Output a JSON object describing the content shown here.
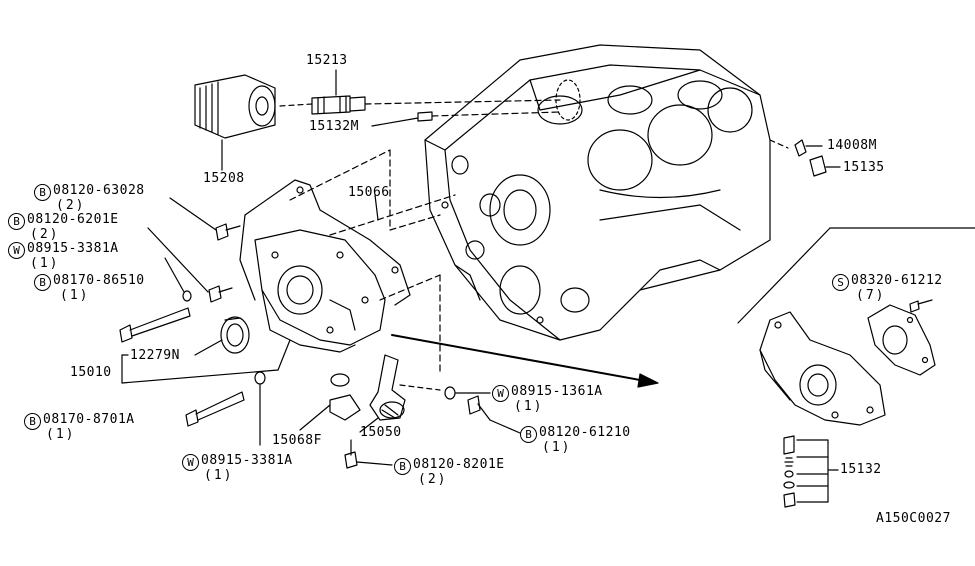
{
  "diagram_code": "A150C0027",
  "parts": [
    {
      "id": "p15213",
      "number": "15213"
    },
    {
      "id": "p15132m",
      "number": "15132M"
    },
    {
      "id": "p15208",
      "number": "15208"
    },
    {
      "id": "p15066",
      "number": "15066"
    },
    {
      "id": "p14008m",
      "number": "14008M"
    },
    {
      "id": "p15135",
      "number": "15135"
    },
    {
      "id": "p12279n",
      "number": "12279N"
    },
    {
      "id": "p15010",
      "number": "15010"
    },
    {
      "id": "p15068f",
      "number": "15068F"
    },
    {
      "id": "p15050",
      "number": "15050"
    },
    {
      "id": "p15132",
      "number": "15132"
    }
  ],
  "fasteners": [
    {
      "id": "f1",
      "code": "B",
      "number": "08120-63028",
      "qty": "(2)"
    },
    {
      "id": "f2",
      "code": "B",
      "number": "08120-6201E",
      "qty": "(2)"
    },
    {
      "id": "f3",
      "code": "W",
      "number": "08915-3381A",
      "qty": "(1)"
    },
    {
      "id": "f4",
      "code": "B",
      "number": "08170-86510",
      "qty": "(1)"
    },
    {
      "id": "f5",
      "code": "B",
      "number": "08170-8701A",
      "qty": "(1)"
    },
    {
      "id": "f6",
      "code": "W",
      "number": "08915-3381A",
      "qty": "(1)"
    },
    {
      "id": "f7",
      "code": "B",
      "number": "08120-8201E",
      "qty": "(2)"
    },
    {
      "id": "f8",
      "code": "W",
      "number": "08915-1361A",
      "qty": "(1)"
    },
    {
      "id": "f9",
      "code": "B",
      "number": "08120-61210",
      "qty": "(1)"
    },
    {
      "id": "f10",
      "code": "S",
      "number": "08320-61212",
      "qty": "(7)"
    }
  ]
}
